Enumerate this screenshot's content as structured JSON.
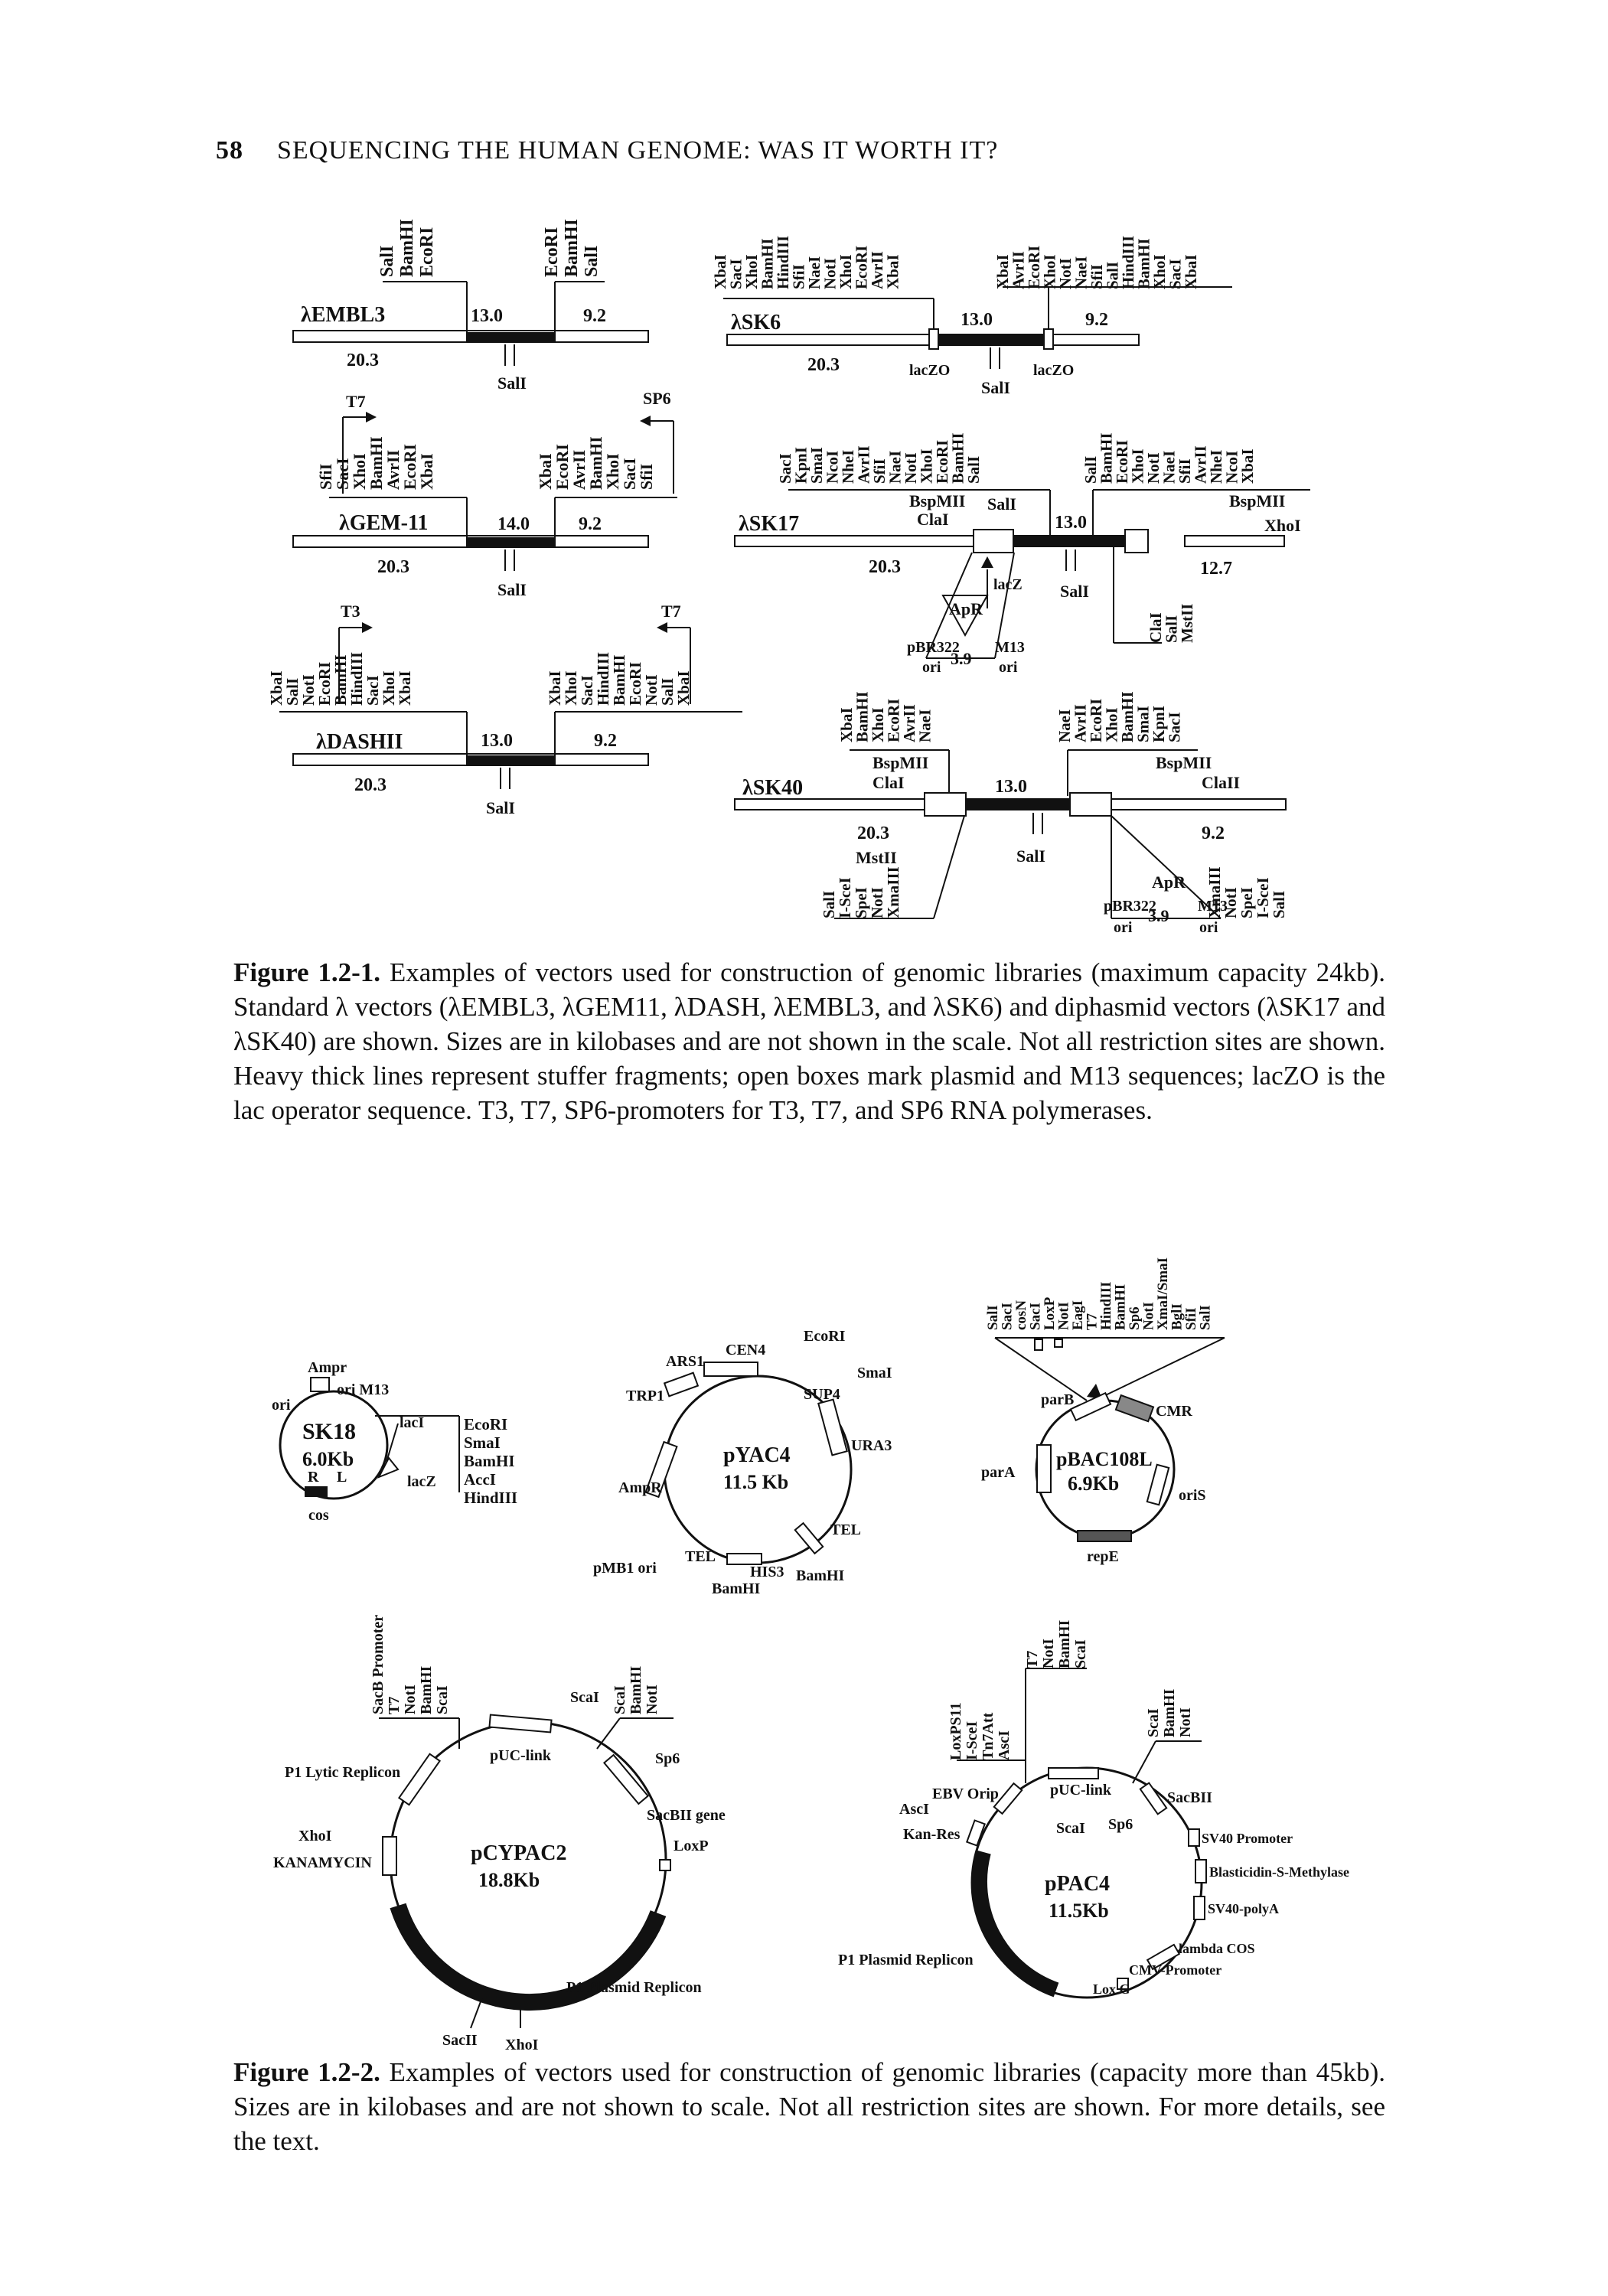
{
  "header": {
    "page_number": "58",
    "running_title": "SEQUENCING THE HUMAN GENOME: WAS IT WORTH IT?"
  },
  "figure1": {
    "caption_label": "Figure 1.2-1.",
    "caption_text": "Examples of vectors used for construction of genomic libraries (maximum capacity 24kb). Standard λ vectors (λEMBL3, λGEM11, λDASH, λEMBL3, and λSK6) and diphasmid vectors (λSK17 and λSK40) are shown. Sizes are in kilobases and are not shown in the scale. Not all restriction sites are shown. Heavy thick lines represent stuffer fragments; open boxes mark plasmid and M13 sequences; lacZO is the lac operator sequence. T3, T7, SP6-promoters for T3, T7, and SP6 RNA polymerases.",
    "vectors": [
      {
        "name": "λEMBL3",
        "arm_left": "20.3",
        "stuffer": "13.0",
        "arm_right": "9.2",
        "center_site": "SalI",
        "left_sites": [
          "SalI",
          "BamHI",
          "EcoRI"
        ],
        "right_sites": [
          "EcoRI",
          "BamHI",
          "SalI"
        ]
      },
      {
        "name": "λGEM-11",
        "arm_left": "20.3",
        "stuffer": "14.0",
        "arm_right": "9.2",
        "center_site": "SalI",
        "left_promoter": "T7",
        "right_promoter": "SP6",
        "left_sites": [
          "SfiI",
          "SacI",
          "XhoI",
          "BamHI",
          "AvrII",
          "EcoRI",
          "XbaI"
        ],
        "right_sites": [
          "XbaI",
          "EcoRI",
          "AvrII",
          "BamHI",
          "XhoI",
          "SacI",
          "SfiI"
        ]
      },
      {
        "name": "λDASHII",
        "arm_left": "20.3",
        "stuffer": "13.0",
        "arm_right": "9.2",
        "center_site": "SalI",
        "left_promoter": "T3",
        "right_promoter": "T7",
        "left_sites": [
          "XbaI",
          "SalI",
          "NotI",
          "EcoRI",
          "BamHI",
          "HindIII",
          "SacI",
          "XhoI",
          "XbaI"
        ],
        "right_sites": [
          "XbaI",
          "XhoI",
          "SacI",
          "HindIII",
          "BamHI",
          "EcoRI",
          "NotI",
          "SalI",
          "XbaI"
        ]
      },
      {
        "name": "λSK6",
        "arm_left": "20.3",
        "stuffer": "13.0",
        "arm_right": "9.2",
        "center_site": "SalI",
        "left_marker": "lacZO",
        "right_marker": "lacZO",
        "left_sites": [
          "XbaI",
          "SacI",
          "XhoI",
          "BamHI",
          "HindIII",
          "SfiI",
          "NaeI",
          "NotI",
          "XhoI",
          "EcoRI",
          "AvrII",
          "XbaI"
        ],
        "right_sites": [
          "XbaI",
          "AvrII",
          "EcoRI",
          "XhoI",
          "NotI",
          "NaeI",
          "SfiI",
          "SalI",
          "HindIII",
          "BamHI",
          "XhoI",
          "SacI",
          "XbaI"
        ]
      },
      {
        "name": "λSK17",
        "arm_left": "20.3",
        "stuffer": "13.0",
        "arm_right": "12.7",
        "center_site": "SalI",
        "left_sites": [
          "SacI",
          "KpnI",
          "SmaI",
          "NcoI",
          "NheI",
          "AvrII",
          "SfiI",
          "NaeI",
          "NotI",
          "XhoI",
          "EcoRI",
          "BamHI",
          "SalI"
        ],
        "right_sites": [
          "SalI",
          "BamHI",
          "EcoRI",
          "XhoI",
          "NotI",
          "NaeI",
          "SfiI",
          "AvrII",
          "NheI",
          "NcoI",
          "XbaI"
        ],
        "lower_right_sites": [
          "ClaI",
          "SalI",
          "MstII"
        ],
        "labels": {
          "bspmii_left": "BspMII",
          "sali_top": "SalI",
          "clai": "ClaI",
          "bspmii_right": "BspMII",
          "xhoi": "XhoI",
          "lacz": "lacZ",
          "apr": "ApR",
          "pbr322": "pBR322",
          "ori_left": "ori",
          "plasmid_size": "3.9",
          "m13": "M13",
          "ori_right": "ori"
        }
      },
      {
        "name": "λSK40",
        "arm_left": "20.3",
        "stuffer": "13.0",
        "arm_right": "9.2",
        "center_site": "SalI",
        "upper_left_sites": [
          "XbaI",
          "BamHI",
          "XhoI",
          "EcoRI",
          "AvrII",
          "NaeI"
        ],
        "upper_right_sites": [
          "NaeI",
          "AvrII",
          "EcoRI",
          "XhoI",
          "BamHI",
          "SmaI",
          "KpnI",
          "SacI"
        ],
        "lower_left_sites": [
          "SalI",
          "I-SceI",
          "SpeI",
          "NotI",
          "XmaIII"
        ],
        "lower_right_sites": [
          "XmaIII",
          "NotI",
          "SpeI",
          "I-SceI",
          "SalI"
        ],
        "labels": {
          "bspmii_left": "BspMII",
          "clai": "ClaI",
          "mstii": "MstII",
          "bspmii_right": "BspMII",
          "claii": "ClaII",
          "apr": "ApR",
          "pbr322": "pBR322",
          "ori_left": "ori",
          "plasmid_size": "3.9",
          "m13": "M13",
          "ori_right": "ori"
        }
      }
    ]
  },
  "figure2": {
    "caption_label": "Figure 1.2-2.",
    "caption_text": "Examples of vectors used for construction of genomic libraries (capacity more than 45kb). Sizes are in kilobases and are not shown to scale. Not all restriction sites are shown. For more details, see the text.",
    "sk18": {
      "name": "SK18",
      "size": "6.0Kb",
      "labels": [
        "Ampr",
        "ori M13",
        "ori",
        "lacI",
        "lacZ",
        "R",
        "L",
        "cos"
      ],
      "sites": [
        "EcoRI",
        "SmaI",
        "BamHI",
        "AccI",
        "HindIII"
      ]
    },
    "pyac4": {
      "name": "pYAC4",
      "size": "11.5 Kb",
      "labels": [
        "CEN4",
        "EcoRI",
        "ARS1",
        "SmaI",
        "TRP1",
        "SUP4",
        "URA3",
        "AmpR",
        "TEL",
        "pMB1 ori",
        "TEL",
        "HIS3",
        "BamHI",
        "BamHI"
      ]
    },
    "pbac108l": {
      "name": "pBAC108L",
      "size": "6.9Kb",
      "top_sites": [
        "SalI",
        "SacI",
        "cosN",
        "SacI",
        "LoxP",
        "NotI",
        "EagI",
        "T7",
        "HindIII",
        "BamHI",
        "Sp6",
        "NotI",
        "XmaI/SmaI",
        "BglI",
        "SfiI",
        "SalI"
      ],
      "labels": [
        "parB",
        "CMR",
        "parA",
        "oriS",
        "repE"
      ]
    },
    "pcypac2": {
      "name": "pCYPAC2",
      "size": "18.8Kb",
      "top_left_sites": [
        "SacB Promoter",
        "T7",
        "NotI",
        "BamHI",
        "ScaI"
      ],
      "top_right_sites": [
        "ScaI",
        "BamHI",
        "NotI"
      ],
      "labels": [
        "ScaI",
        "P1 Lytic Replicon",
        "pUC-link",
        "Sp6",
        "SacBII gene",
        "XhoI",
        "KANAMYCIN",
        "LoxP",
        "P1 Plasmid Replicon",
        "SacII",
        "XhoI"
      ]
    },
    "ppac4": {
      "name": "pPAC4",
      "size": "11.5Kb",
      "top_left_sites": [
        "LoxPS11",
        "I-SceI",
        "Tn7Att",
        "AscI"
      ],
      "top_mid_sites": [
        "T7",
        "NotI",
        "BamHI",
        "ScaI"
      ],
      "top_right_sites": [
        "ScaI",
        "BamHI",
        "NotI"
      ],
      "labels": [
        "pUC-link",
        "EBV Orip",
        "AscI",
        "Kan-Res",
        "ScaI",
        "Sp6",
        "SacBII",
        "SV40 Promoter",
        "Blasticidin-S-Methylase",
        "SV40-polyA",
        "lambda COS",
        "P1 Plasmid Replicon",
        "CMV-Promoter",
        "Lox G"
      ]
    }
  }
}
